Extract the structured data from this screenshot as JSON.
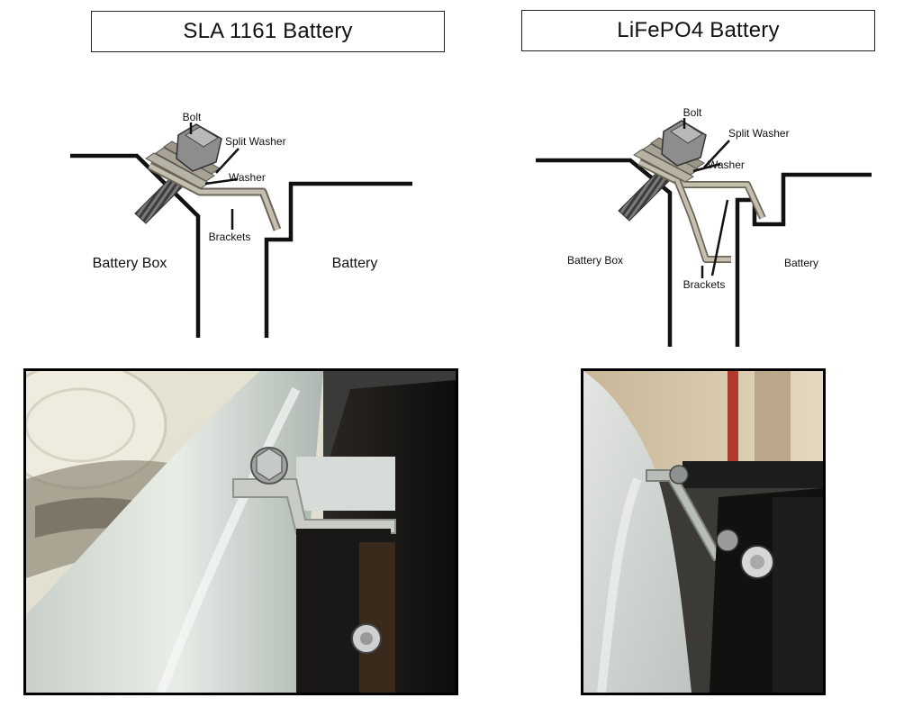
{
  "panels": {
    "left": {
      "title": "SLA 1161 Battery",
      "labels": {
        "bolt": "Bolt",
        "split_washer": "Split Washer",
        "washer": "Washer",
        "brackets": "Brackets",
        "battery_box": "Battery Box",
        "battery": "Battery"
      }
    },
    "right": {
      "title": "LiFePO4 Battery",
      "labels": {
        "bolt": "Bolt",
        "split_washer": "Split Washer",
        "washer": "Washer",
        "brackets": "Brackets",
        "battery_box": "Battery Box",
        "battery": "Battery"
      }
    }
  },
  "colors": {
    "outline": "#111111",
    "bracket_fill": "#b7b2a2",
    "bolt_fill": "#8d8d8d"
  }
}
